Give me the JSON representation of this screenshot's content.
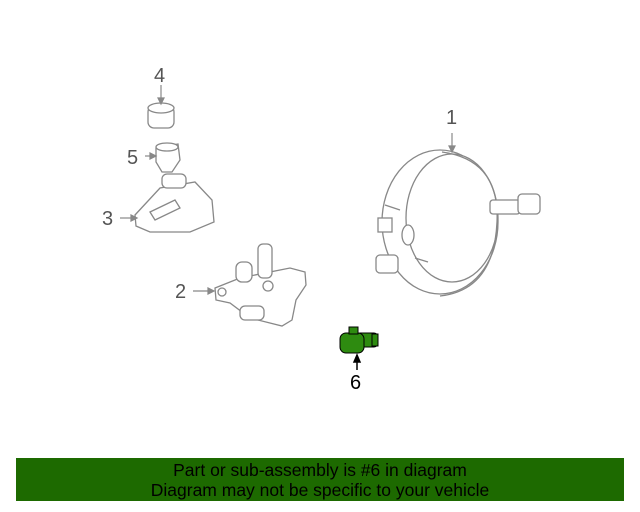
{
  "diagram": {
    "callouts": [
      "1",
      "2",
      "3",
      "4",
      "5",
      "6"
    ],
    "highlighted_part": "6",
    "highlight_color": "#2e8b10",
    "line_color": "#808080"
  },
  "banner": {
    "line1": "Part or sub-assembly is #6 in diagram",
    "line2": "Diagram may not be specific to your vehicle",
    "background": "#1d6a00"
  }
}
